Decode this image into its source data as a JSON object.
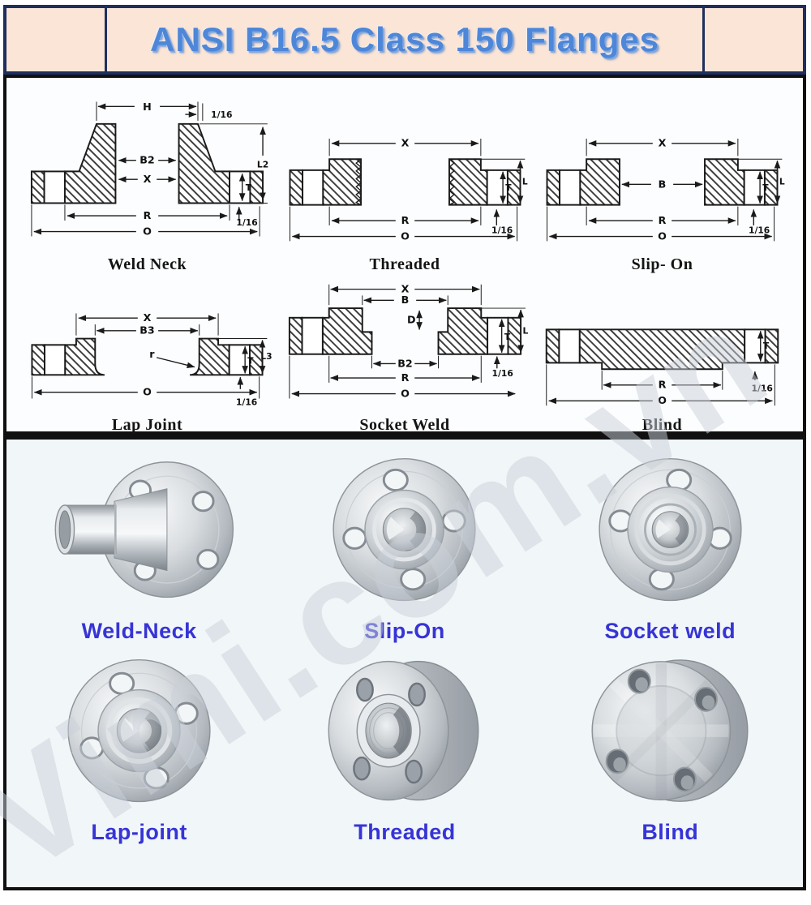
{
  "header": {
    "title": "ANSI B16.5 Class 150 Flanges"
  },
  "watermark": "Vimi.com.vn",
  "diagrams": [
    {
      "caption": "Weld Neck",
      "dims": {
        "h": "H",
        "sixteenth_top": "1/16",
        "b2": "B2",
        "x": "X",
        "l2": "L2",
        "t": "T",
        "r": "R",
        "o": "O",
        "sixteenth_bottom": "1/16"
      }
    },
    {
      "caption": "Threaded",
      "dims": {
        "x": "X",
        "t": "T",
        "l": "L",
        "r": "R",
        "o": "O",
        "sixteenth_bottom": "1/16"
      }
    },
    {
      "caption": "Slip- On",
      "dims": {
        "x": "X",
        "b": "B",
        "t": "T",
        "l": "L",
        "r": "R",
        "o": "O",
        "sixteenth_bottom": "1/16"
      }
    },
    {
      "caption": "Lap Joint",
      "dims": {
        "x": "X",
        "b3": "B3",
        "radius": "r",
        "t": "T",
        "l3": "L3",
        "o": "O",
        "sixteenth_bottom": "1/16"
      }
    },
    {
      "caption": "Socket Weld",
      "dims": {
        "x": "X",
        "b": "B",
        "d": "D",
        "b2": "B2",
        "r": "R",
        "o": "O",
        "t": "T",
        "l": "L",
        "sixteenth_bottom": "1/16"
      }
    },
    {
      "caption": "Blind",
      "dims": {
        "r": "R",
        "o": "O",
        "t": "T",
        "sixteenth_bottom": "1/16"
      }
    }
  ],
  "photos": [
    {
      "caption": "Weld-Neck"
    },
    {
      "caption": "Slip-On"
    },
    {
      "caption": "Socket weld"
    },
    {
      "caption": "Lap-joint"
    },
    {
      "caption": "Threaded"
    },
    {
      "caption": "Blind"
    }
  ],
  "colors": {
    "header_bg": "#fbe5d6",
    "header_border": "#1e2f5e",
    "title_blue": "#4e86d8",
    "caption_blue": "#3734d6",
    "panel_border": "#101010",
    "photos_bg": "#f1f6f8"
  }
}
